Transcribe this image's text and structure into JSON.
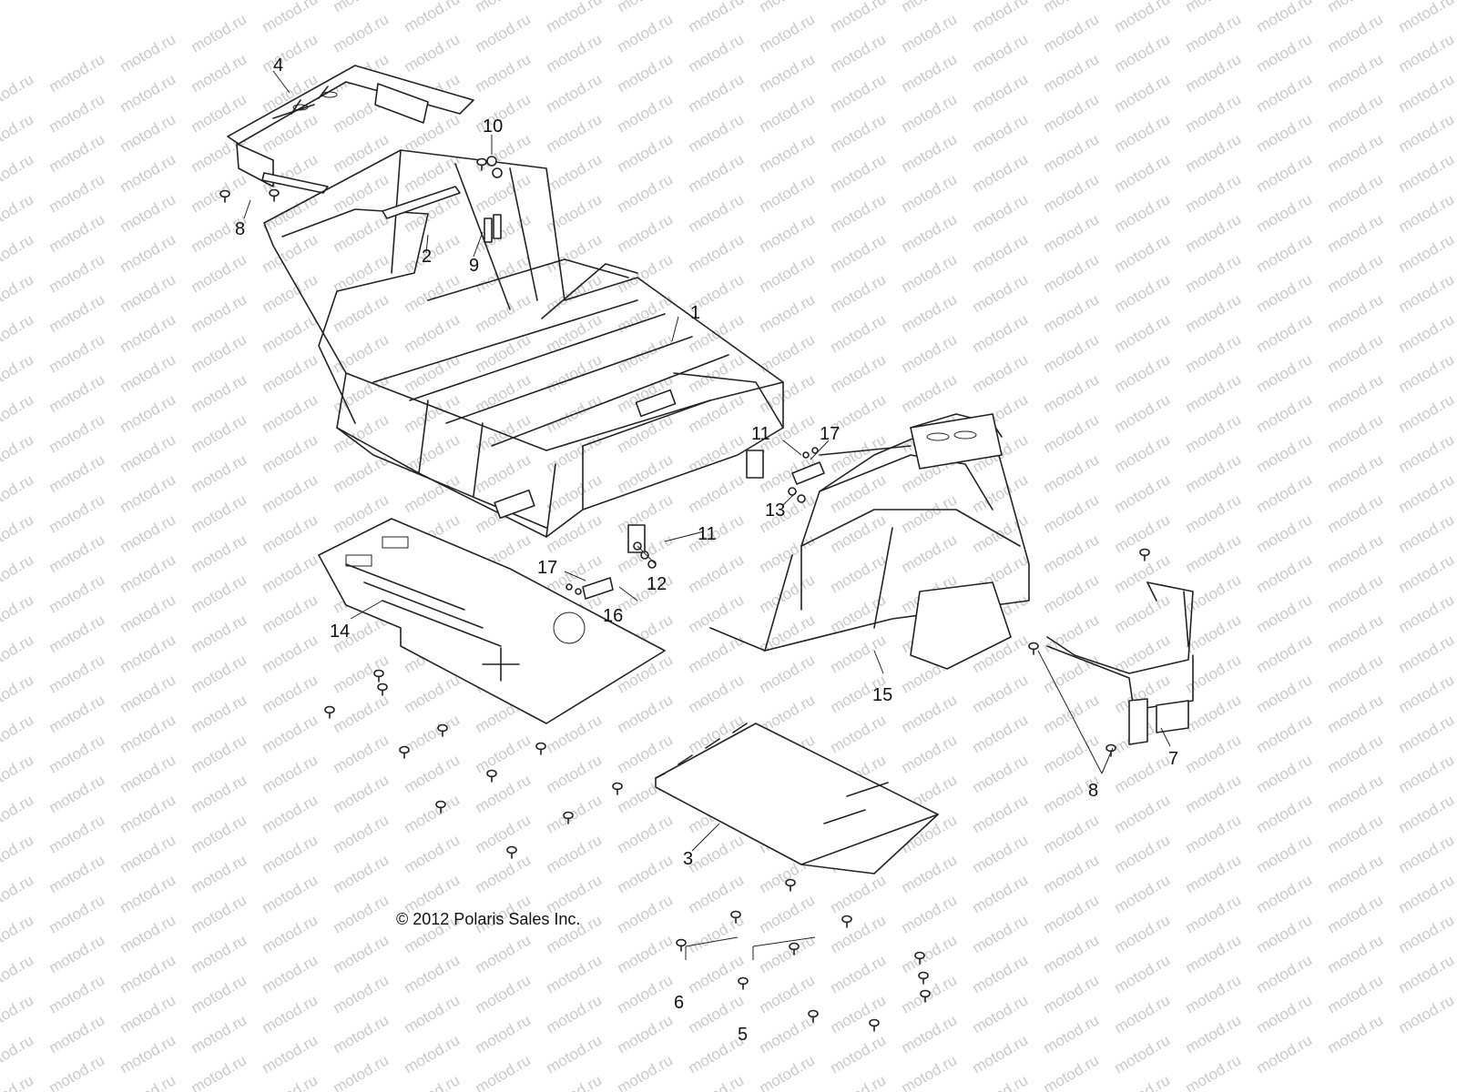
{
  "watermark": "motod.ru",
  "copyright": "© 2012 Polaris Sales Inc.",
  "callouts": [
    {
      "id": "callout-1",
      "text": "1"
    },
    {
      "id": "callout-2",
      "text": "2"
    },
    {
      "id": "callout-3",
      "text": "3"
    },
    {
      "id": "callout-4",
      "text": "4"
    },
    {
      "id": "callout-5",
      "text": "5"
    },
    {
      "id": "callout-6",
      "text": "6"
    },
    {
      "id": "callout-7",
      "text": "7"
    },
    {
      "id": "callout-8-left",
      "text": "8"
    },
    {
      "id": "callout-8-right",
      "text": "8"
    },
    {
      "id": "callout-9",
      "text": "9"
    },
    {
      "id": "callout-10",
      "text": "10"
    },
    {
      "id": "callout-11-upper",
      "text": "11"
    },
    {
      "id": "callout-11-lower",
      "text": "11"
    },
    {
      "id": "callout-12",
      "text": "12"
    },
    {
      "id": "callout-13",
      "text": "13"
    },
    {
      "id": "callout-14",
      "text": "14"
    },
    {
      "id": "callout-15",
      "text": "15"
    },
    {
      "id": "callout-16",
      "text": "16"
    },
    {
      "id": "callout-17-upper",
      "text": "17"
    },
    {
      "id": "callout-17-lower",
      "text": "17"
    }
  ]
}
